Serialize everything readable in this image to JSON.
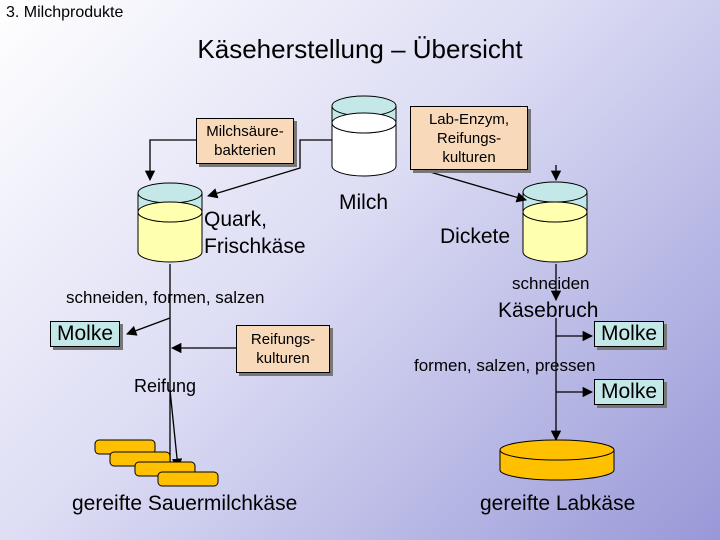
{
  "section": "3. Milchprodukte",
  "title": "Käseherstellung – Übersicht",
  "boxes": {
    "milchsaeure": "Milchsäure-\nbakterien",
    "labenzym": "Lab-Enzym, Reifungs-\nkulturen",
    "reifungskulturen": "Reifungs-\nkulturen"
  },
  "labels": {
    "milch": "Milch",
    "quark": "Quark,\nFrischkäse",
    "dickete": "Dickete",
    "schneiden_formen_salzen": "schneiden, formen, salzen",
    "molke_left": "Molke",
    "reifung": "Reifung",
    "sauermilchkaese": "gereifte Sauermilchkäse",
    "schneiden": "schneiden",
    "kaesebruch": "Käsebruch",
    "molke_right1": "Molke",
    "formen_salzen_pressen": "formen, salzen, pressen",
    "molke_right2": "Molke",
    "labkaese": "gereifte Labkäse"
  },
  "colors": {
    "box_fill": "#f8d9b9",
    "milk_top": "#c4e8e8",
    "milk_body": "#ffffff",
    "curd_fill": "#ffffb0",
    "cheese_fill": "#ffc000"
  }
}
